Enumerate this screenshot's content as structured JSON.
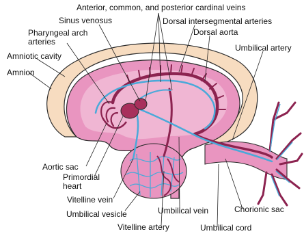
{
  "colors": {
    "amnion_fill": "#f7dcc0",
    "embryo_fill": "#e995c0",
    "embryo_inner": "#f0b6d3",
    "artery": "#8c2350",
    "vein": "#4aa9d9",
    "heart": "#a8305c",
    "outline": "#2a2a2a"
  },
  "labels": {
    "cardinal_veins": "Anterior, common, and posterior cardinal veins",
    "sinus_venosus": "Sinus venosus",
    "dorsal_intersegmental": "Dorsal intersegmental arteries",
    "pharyngeal_arch": "Pharyngeal arch arteries",
    "dorsal_aorta": "Dorsal aorta",
    "amniotic_cavity": "Amniotic cavity",
    "umbilical_artery": "Umbilical artery",
    "amnion": "Amnion",
    "aortic_sac": "Aortic sac",
    "primordial_heart": "Primordial heart",
    "vitelline_vein": "Vitelline vein",
    "umbilical_vein": "Umbilical vein",
    "chorionic_sac": "Chorionic sac",
    "umbilical_vesicle": "Umbilical vesicle",
    "vitelline_artery": "Vitelline artery",
    "umbilical_cord": "Umbilical cord"
  }
}
